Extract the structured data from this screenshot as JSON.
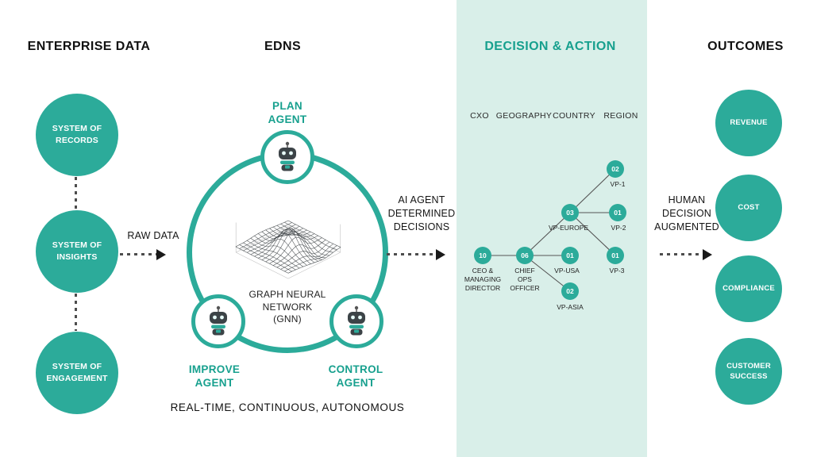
{
  "colors": {
    "accent": "#2cab9a",
    "accent_dark": "#17a08e",
    "band_background": "#d9efe9",
    "text": "#141414"
  },
  "headers": [
    {
      "label": "ENTERPRISE DATA"
    },
    {
      "label": "EDNS"
    },
    {
      "label": "DECISION & ACTION"
    },
    {
      "label": "OUTCOMES"
    }
  ],
  "enterprise_data": {
    "systems": [
      {
        "label": "SYSTEM OF\nRECORDS"
      },
      {
        "label": "SYSTEM OF\nINSIGHTS"
      },
      {
        "label": "SYSTEM OF\nENGAGEMENT"
      }
    ],
    "flow_label": "RAW DATA"
  },
  "edns": {
    "agents": [
      {
        "label": "PLAN\nAGENT"
      },
      {
        "label": "IMPROVE\nAGENT"
      },
      {
        "label": "CONTROL\nAGENT"
      }
    ],
    "core_label": "GRAPH NEURAL\nNETWORK\n(GNN)",
    "tagline": "REAL-TIME, CONTINUOUS, AUTONOMOUS",
    "flow_label": "AI AGENT\nDETERMINED\nDECISIONS"
  },
  "decision_action": {
    "column_headers": [
      "CXO",
      "GEOGRAPHY",
      "COUNTRY",
      "REGION"
    ],
    "org_chart": {
      "nodes": [
        {
          "value": "10",
          "label": "CEO &\nMANAGING\nDIRECTOR"
        },
        {
          "value": "06",
          "label": "CHIEF\nOPS\nOFFICER"
        },
        {
          "value": "03",
          "label": "VP-EUROPE"
        },
        {
          "value": "01",
          "label": "VP-USA"
        },
        {
          "value": "02",
          "label": "VP-ASIA"
        },
        {
          "value": "02",
          "label": "VP-1"
        },
        {
          "value": "01",
          "label": "VP-2"
        },
        {
          "value": "01",
          "label": "VP-3"
        }
      ],
      "edges": [
        [
          0,
          1
        ],
        [
          1,
          2
        ],
        [
          1,
          3
        ],
        [
          1,
          4
        ],
        [
          2,
          5
        ],
        [
          2,
          6
        ],
        [
          2,
          7
        ]
      ]
    },
    "flow_label": "HUMAN\nDECISION\nAUGMENTED"
  },
  "outcomes": {
    "items": [
      {
        "label": "REVENUE"
      },
      {
        "label": "COST"
      },
      {
        "label": "COMPLIANCE"
      },
      {
        "label": "CUSTOMER\nSUCCESS"
      }
    ]
  }
}
